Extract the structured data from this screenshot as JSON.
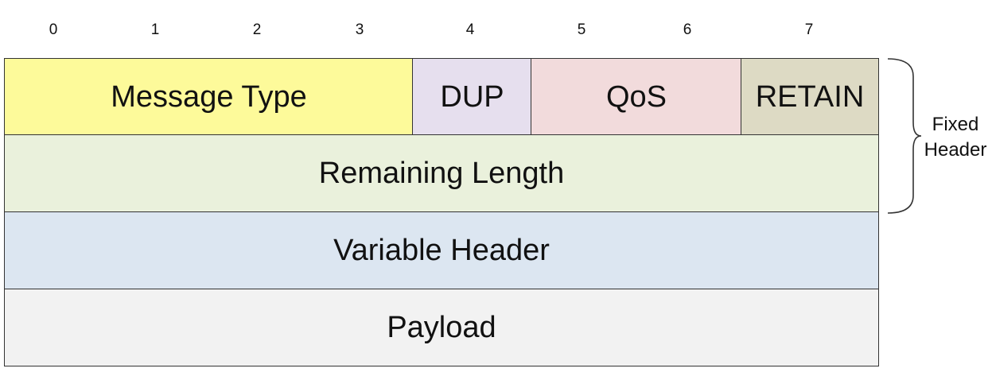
{
  "bit_numbers": [
    "0",
    "1",
    "2",
    "3",
    "4",
    "5",
    "6",
    "7"
  ],
  "fields": {
    "message_type": "Message Type",
    "dup": "DUP",
    "qos": "QoS",
    "retain": "RETAIN",
    "remaining_length": "Remaining Length",
    "variable_header": "Variable Header",
    "payload": "Payload"
  },
  "brace_label": {
    "line1": "Fixed",
    "line2": "Header"
  },
  "colors": {
    "message_type": "#fdfa9a",
    "dup": "#e6dfee",
    "qos": "#f2dbdc",
    "retain": "#dddac4",
    "remaining_length": "#eaf1dc",
    "variable_header": "#dce6f1",
    "payload": "#f2f2f2",
    "border": "#333333"
  }
}
